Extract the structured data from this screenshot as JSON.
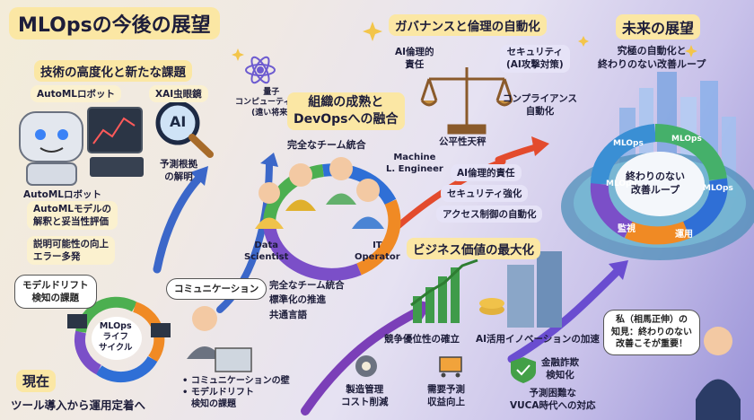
{
  "title": "MLOpsの今後の展望",
  "tech": {
    "heading": "技術の高度化と新たな課題",
    "automl_label": "AutoMLロボット",
    "xai_label": "XAI虫眼鏡",
    "quantum": [
      "量子",
      "コンピューティング",
      "(遠い将来)"
    ],
    "xai_caption": [
      "予測根拠",
      "の解明"
    ],
    "ai_text": "AI",
    "automl_caption": "AutoMLロボット",
    "notes": [
      "AutoMLモデルの",
      "解釈と妥当性評価",
      "説明可能性の向上",
      "エラー多発"
    ]
  },
  "present": {
    "drift_bubble": [
      "モデルドリフト",
      "検知の課題"
    ],
    "comm_bubble": "コミュニケーション",
    "cycle": [
      "MLOps",
      "ライフ",
      "サイクル"
    ],
    "walls": [
      "• コミュニケーションの壁",
      "• モデルドリフト",
      "検知の課題"
    ],
    "heading": "現在",
    "subheading": "ツール導入から運用定着へ"
  },
  "org": {
    "heading": [
      "組織の成熟と",
      "DevOpsへの融合"
    ],
    "team": "完全なチーム統合",
    "ml_engineer": [
      "Machine",
      "L. Engineer"
    ],
    "data_scientist": [
      "Data",
      "Scientist"
    ],
    "it_operator": [
      "IT",
      "Operator"
    ],
    "notes": [
      "完全なチーム統合",
      "標準化の推進",
      "共通言語"
    ]
  },
  "gov": {
    "heading": "ガバナンスと倫理の自動化",
    "ai_ethics": [
      "AI倫理的",
      "責任"
    ],
    "security": [
      "セキュリティ",
      "(AI攻撃対策)"
    ],
    "compliance": [
      "コンプライアンス",
      "自動化"
    ],
    "scale": "公平性天秤",
    "notes": [
      "AI倫理的責任",
      "セキュリティ強化",
      "アクセス制御の自動化"
    ]
  },
  "biz": {
    "heading": "ビジネス価値の最大化",
    "competitive": "競争優位性の確立",
    "ai_innovation": "AI活用イノベーションの加速",
    "mfg": [
      "製造管理",
      "コスト削減"
    ],
    "demand": [
      "需要予測",
      "収益向上"
    ],
    "fraud": [
      "金融詐欺",
      "検知化"
    ],
    "vuca": [
      "予測困難な",
      "VUCA時代への対応"
    ]
  },
  "future": {
    "heading": "未来の展望",
    "sub": [
      "究極の自動化と",
      "終わりのない改善ループ"
    ],
    "loop_labels": [
      "MLOps",
      "MLOps",
      "MLOps",
      "MLOps",
      "監視",
      "運用"
    ],
    "center": [
      "終わりのない",
      "改善ループ"
    ],
    "speech": [
      "私（相馬正伸）の",
      "知見：終わりのない",
      "改善こそが重要！"
    ]
  },
  "colors": {
    "yellow": "#fbe7a4",
    "green": "#4caf50",
    "blue": "#2f6fd6",
    "orange": "#f08a24",
    "purple": "#7b4fc8",
    "navy": "#1d1d3a"
  }
}
